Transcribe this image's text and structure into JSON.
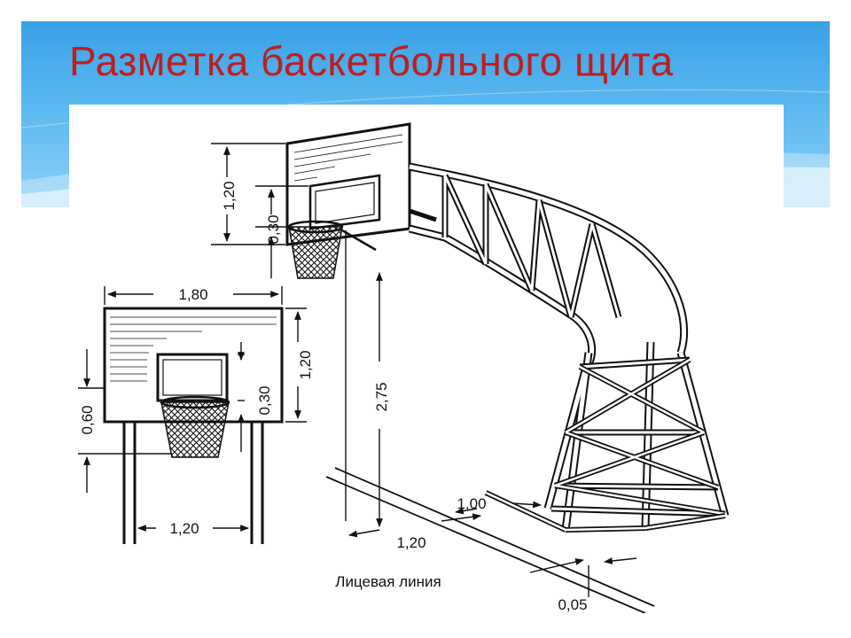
{
  "slide": {
    "title": "Разметка баскетбольного щита",
    "colors": {
      "title": "#c01d1d",
      "band_top": "#3aa0e6",
      "band_bottom": "#8ed0f6",
      "line": "#111111"
    }
  },
  "diagram": {
    "front_view": {
      "board_width": "1,80",
      "board_height": "1,20",
      "target_height": "0,30",
      "rim_offset": "0,60",
      "post_spacing": "1,20"
    },
    "side_view": {
      "board_height": "1,20",
      "target_height": "0,30",
      "rim_height": "2,75",
      "base_offset": "1,20",
      "overhang": "1,00",
      "line_width": "0,05",
      "end_line_label": "Лицевая линия"
    }
  }
}
